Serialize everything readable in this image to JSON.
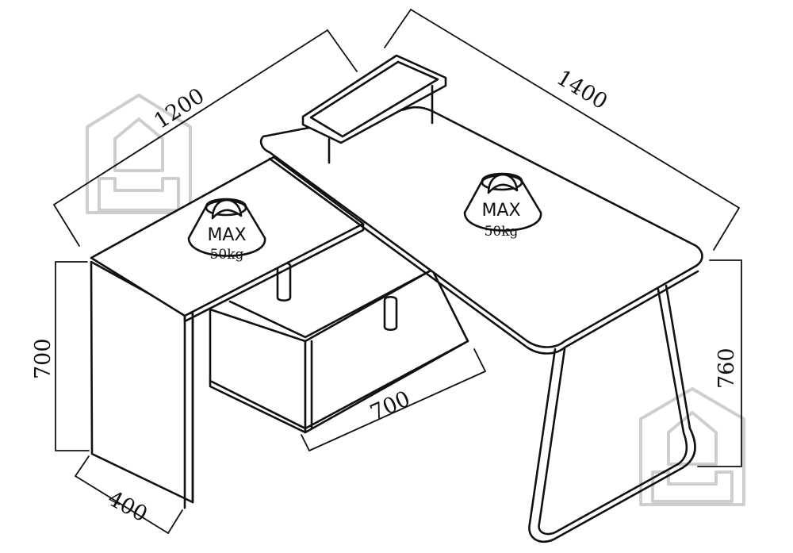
{
  "dimensions": {
    "width_short": "1200",
    "width_long": "1400",
    "height_left": "700",
    "height_right": "760",
    "depth_left": "400",
    "depth_cabinet": "700"
  },
  "load_badges": [
    {
      "label": "MAX",
      "weight": "50kg"
    },
    {
      "label": "MAX",
      "weight": "50kg"
    }
  ],
  "colors": {
    "line": "#111111",
    "watermark": "#c9c9c9",
    "background": "#ffffff"
  },
  "watermark_icon": "house-sofa-icon"
}
